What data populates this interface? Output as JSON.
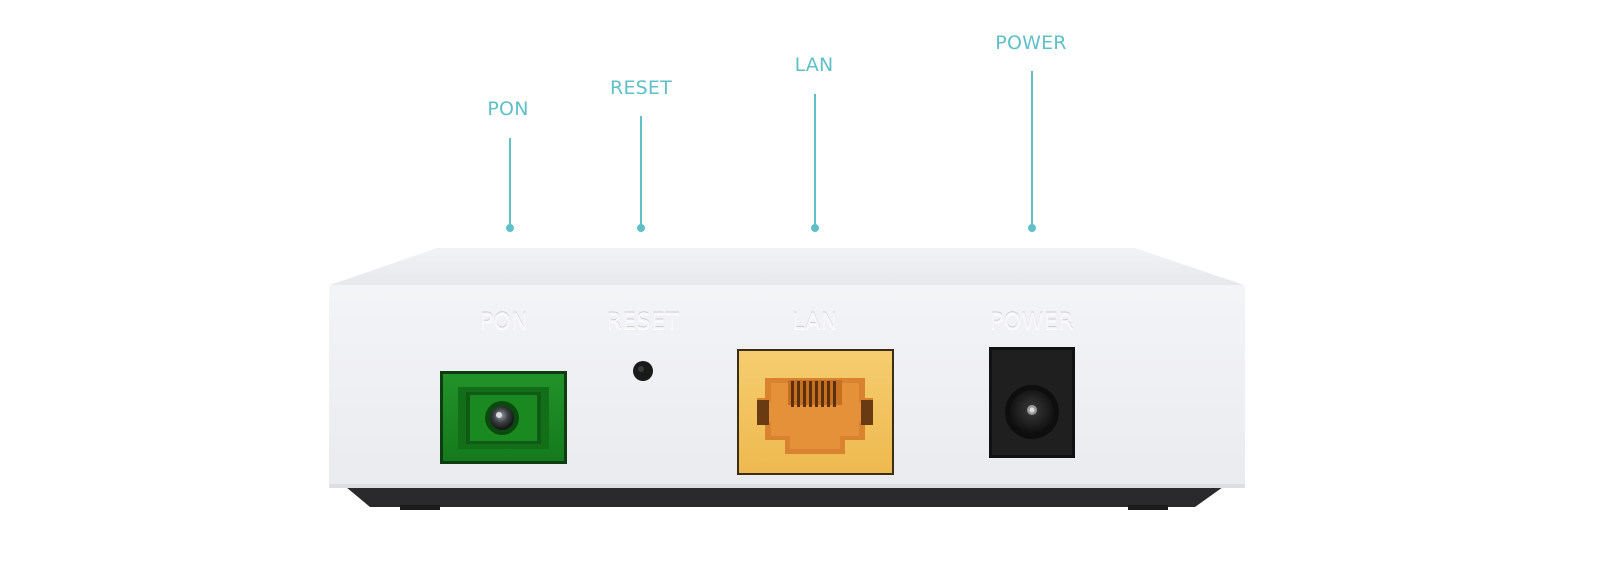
{
  "callouts": [
    {
      "id": "pon",
      "label": "PON"
    },
    {
      "id": "reset",
      "label": "RESET"
    },
    {
      "id": "lan",
      "label": "LAN"
    },
    {
      "id": "power",
      "label": "POWER"
    }
  ],
  "device": {
    "port_labels": {
      "pon": "PON",
      "reset": "RESET",
      "lan": "LAN",
      "power": "POWER"
    }
  },
  "colors": {
    "callout": "#5fc0c8",
    "body": "#eeeff3",
    "top": "#f6f7f9",
    "base": "#2a2a2c",
    "pon_port": "#1f8a1f",
    "lan_port": "#f0c060",
    "power_port": "#1c1c1c"
  }
}
